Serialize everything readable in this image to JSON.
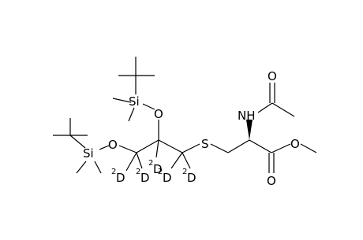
{
  "structure": {
    "atoms": {
      "si_upper": "Si",
      "o_upper": "O",
      "si_lower": "Si",
      "o_lower": "O",
      "s": "S",
      "nh": "NH",
      "o_acetyl": "O",
      "o_ester": "O",
      "o_carbonyl": "O"
    },
    "deuterium": {
      "symbol": "D",
      "mass_number": "2",
      "count": 5
    }
  }
}
